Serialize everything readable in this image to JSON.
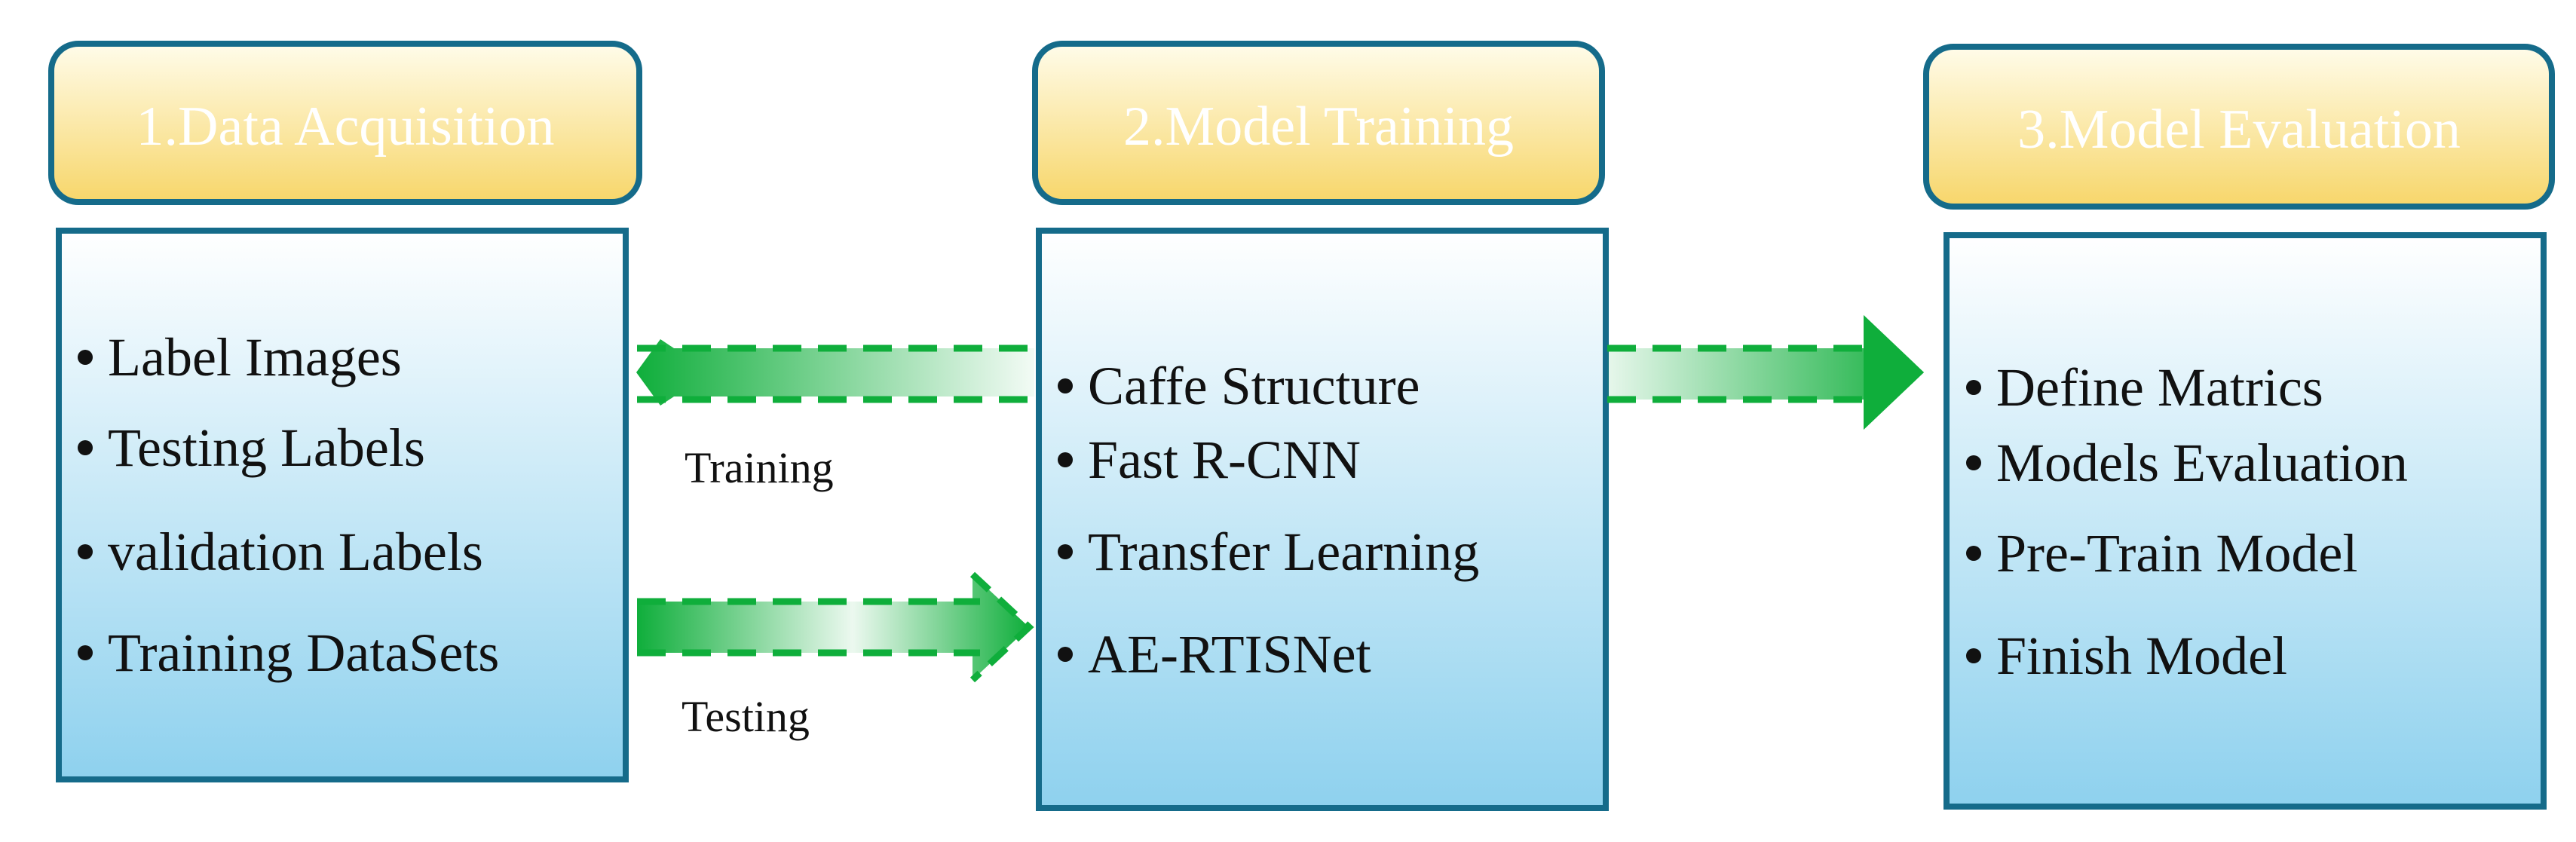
{
  "colors": {
    "header_fill_top": "#fffcea",
    "header_fill_bottom": "#f7d66a",
    "header_stroke": "#156b8a",
    "box_fill_top": "#ffffff",
    "box_fill_bottom": "#8ed1ee",
    "box_stroke": "#156b8a",
    "arrow_green": "#0fae3b"
  },
  "stages": [
    {
      "title": "1.Data Acquisition",
      "items": [
        "Label Images",
        "Testing Labels",
        "validation Labels",
        "Training DataSets"
      ]
    },
    {
      "title": "2.Model Training",
      "items": [
        "Caffe Structure",
        "Fast R-CNN",
        "Transfer Learning",
        "AE-RTISNet"
      ]
    },
    {
      "title": "3.Model Evaluation",
      "items": [
        "Define Matrics",
        "Models Evaluation",
        "Pre-Train Model",
        "Finish Model"
      ]
    }
  ],
  "arrows": {
    "training_label": "Training",
    "testing_label": "Testing"
  }
}
